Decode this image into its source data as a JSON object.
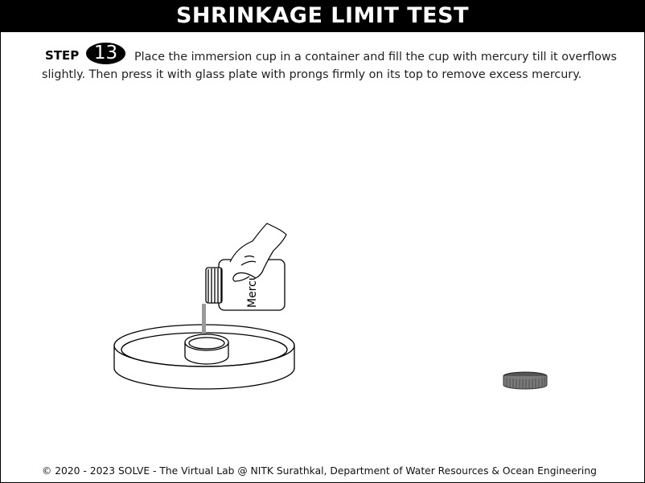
{
  "header": {
    "title": "SHRINKAGE LIMIT TEST"
  },
  "step": {
    "label": "STEP",
    "number": "13",
    "instruction": "Place the immersion cup in a container and fill the cup with mercury till it overflows slightly. Then press it with glass plate with prongs firmly on its top to remove excess mercury."
  },
  "scene": {
    "bottle_label": "Mercury",
    "objects": [
      "glass-dish",
      "immersion-cup",
      "mercury-bottle",
      "hand",
      "glass-plate-with-prongs"
    ]
  },
  "footer": {
    "text": "© 2020 - 2023 SOLVE - The Virtual Lab @ NITK Surathkal, Department of Water Resources & Ocean Engineering"
  },
  "colors": {
    "title_bg": "#000000",
    "title_fg": "#ffffff",
    "mercury_stream": "#9a9a9a",
    "plate": "#6e6e6e"
  }
}
